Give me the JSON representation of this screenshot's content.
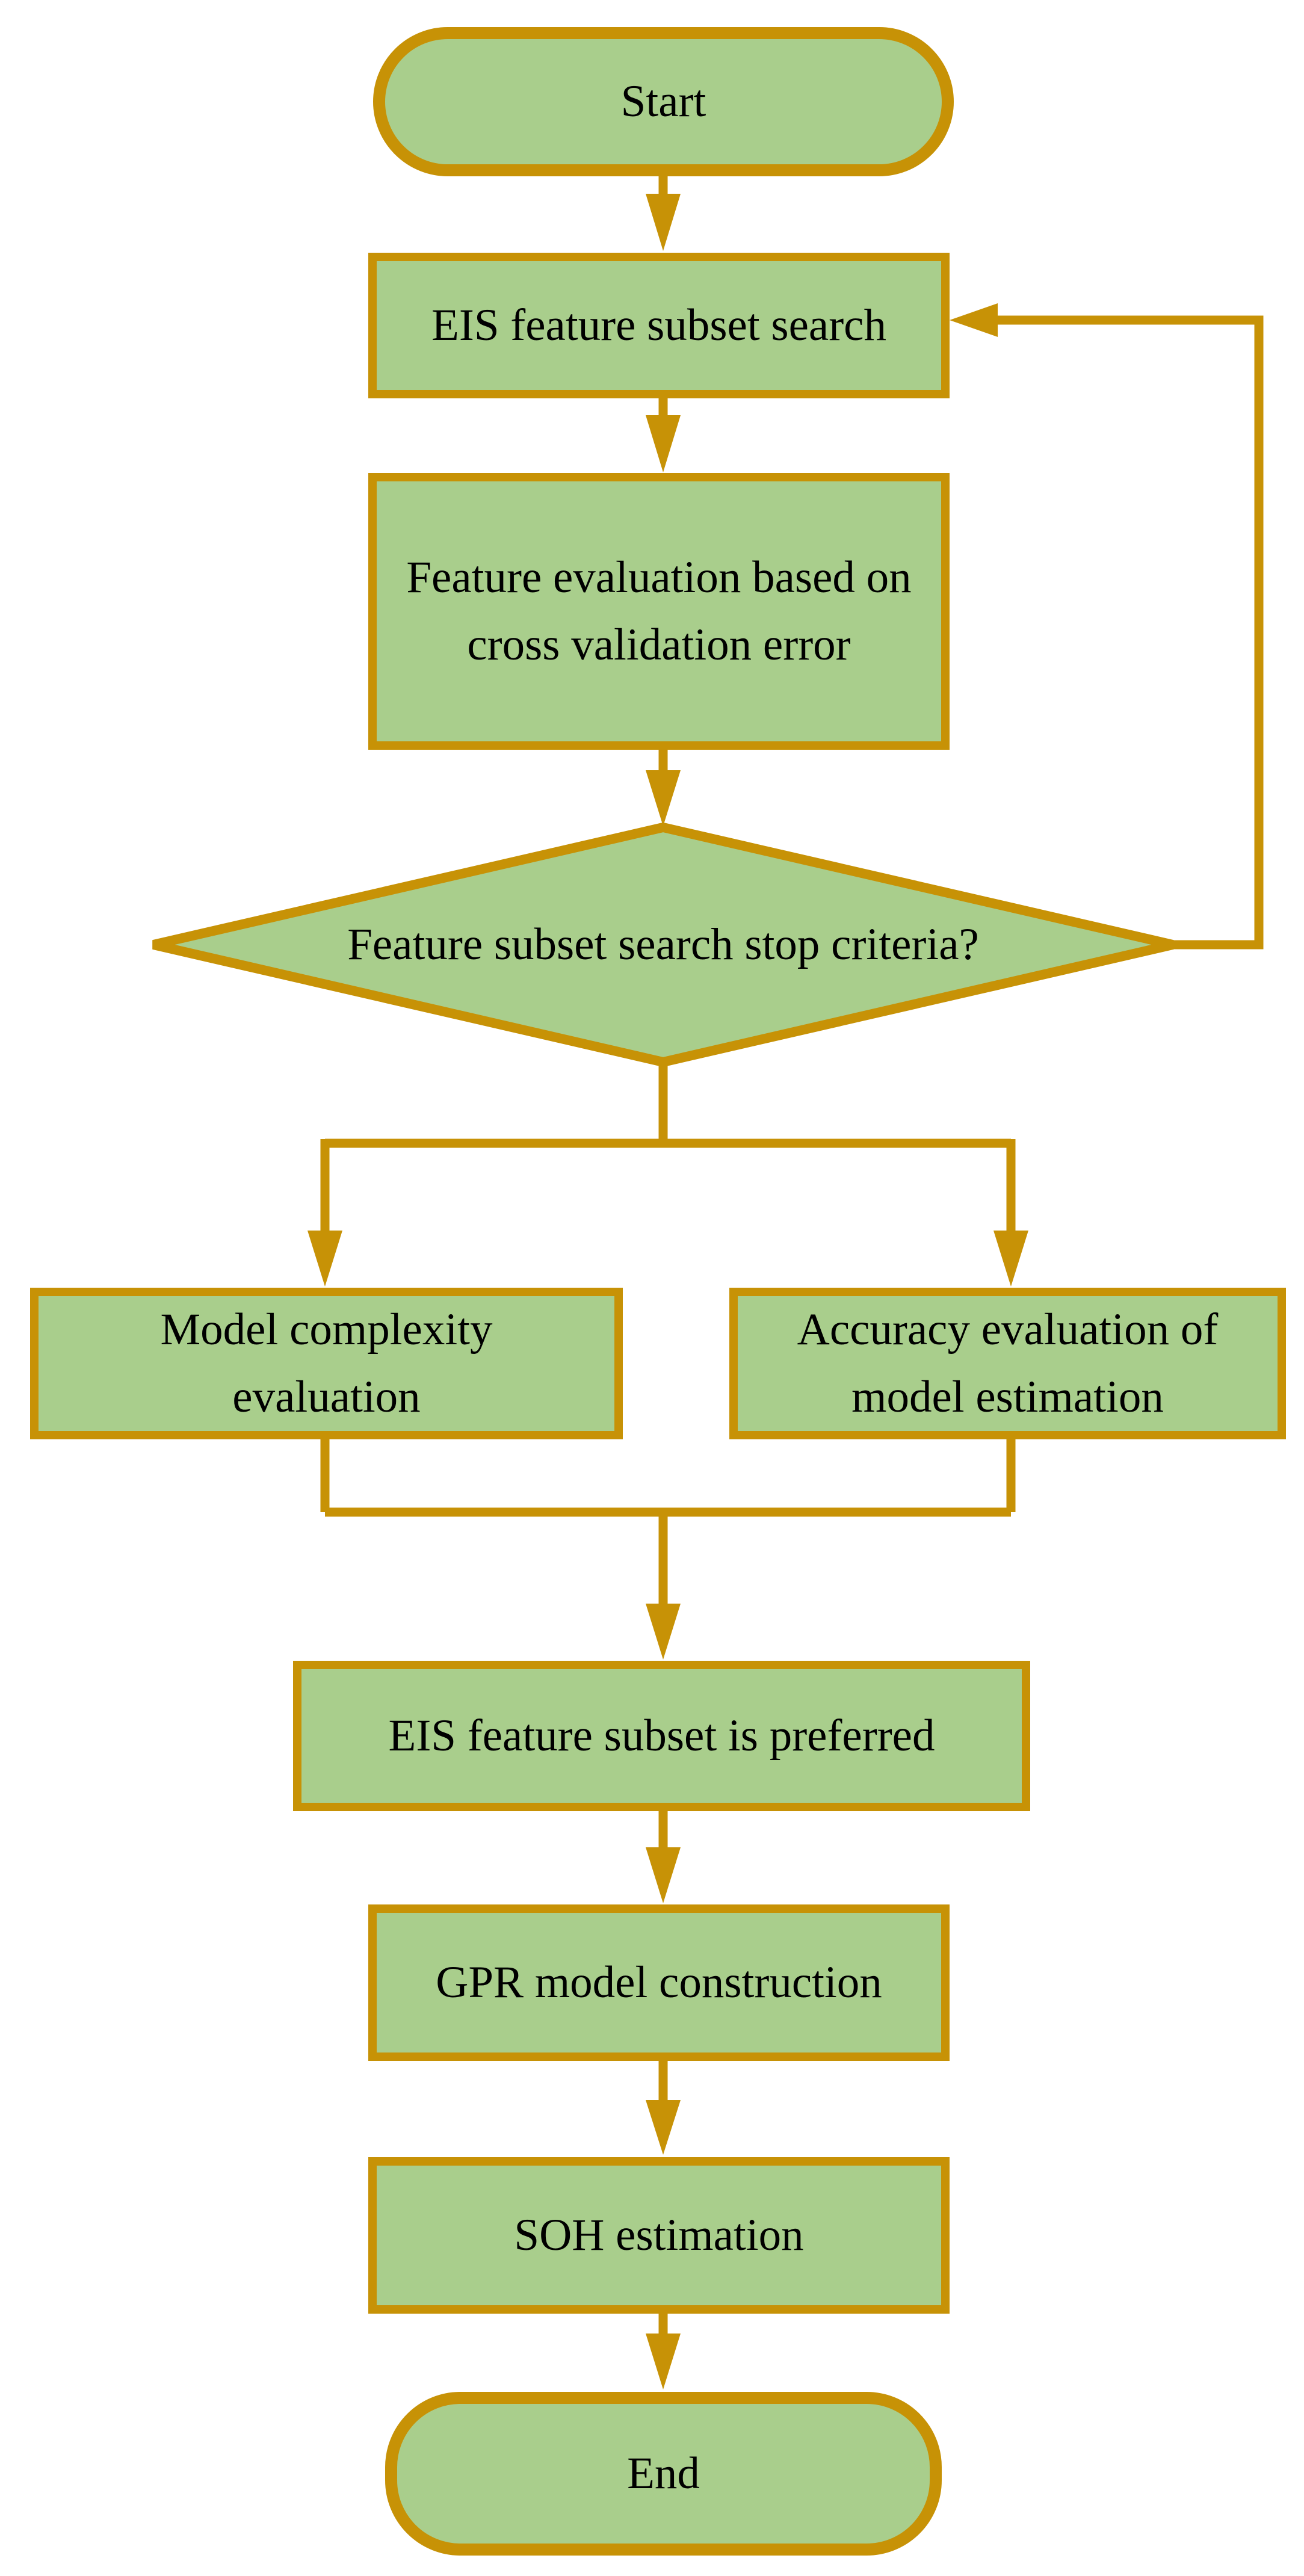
{
  "figure": {
    "type": "flowchart",
    "background_color": "#ffffff",
    "node_fill_color": "#a9ce8c",
    "node_border_color": "#c79206",
    "arrow_color": "#c79206",
    "text_color": "#000000",
    "nodes": [
      {
        "id": "start",
        "shape": "terminator",
        "label": "Start"
      },
      {
        "id": "eis-feature-subset-search",
        "shape": "process",
        "label": "EIS feature subset search"
      },
      {
        "id": "feature-evaluation",
        "shape": "process",
        "label": "Feature evaluation based on cross validation error"
      },
      {
        "id": "stop-criteria",
        "shape": "decision",
        "label": "Feature subset search stop criteria?"
      },
      {
        "id": "model-complexity-evaluation",
        "shape": "process",
        "label": "Model complexity evaluation"
      },
      {
        "id": "accuracy-evaluation",
        "shape": "process",
        "label": "Accuracy evaluation of model estimation"
      },
      {
        "id": "eis-feature-subset-preferred",
        "shape": "process",
        "label": "EIS feature subset is preferred"
      },
      {
        "id": "gpr-model-construction",
        "shape": "process",
        "label": "GPR model construction"
      },
      {
        "id": "soh-estimation",
        "shape": "process",
        "label": "SOH estimation"
      },
      {
        "id": "end",
        "shape": "terminator",
        "label": "End"
      }
    ],
    "edges": [
      {
        "from": "start",
        "to": "eis-feature-subset-search"
      },
      {
        "from": "eis-feature-subset-search",
        "to": "feature-evaluation"
      },
      {
        "from": "feature-evaluation",
        "to": "stop-criteria"
      },
      {
        "from": "stop-criteria",
        "to": "model-complexity-evaluation"
      },
      {
        "from": "stop-criteria",
        "to": "accuracy-evaluation"
      },
      {
        "from": "stop-criteria",
        "to": "eis-feature-subset-search"
      },
      {
        "from": "model-complexity-evaluation",
        "to": "eis-feature-subset-preferred"
      },
      {
        "from": "accuracy-evaluation",
        "to": "eis-feature-subset-preferred"
      },
      {
        "from": "eis-feature-subset-preferred",
        "to": "gpr-model-construction"
      },
      {
        "from": "gpr-model-construction",
        "to": "soh-estimation"
      },
      {
        "from": "soh-estimation",
        "to": "end"
      }
    ]
  }
}
